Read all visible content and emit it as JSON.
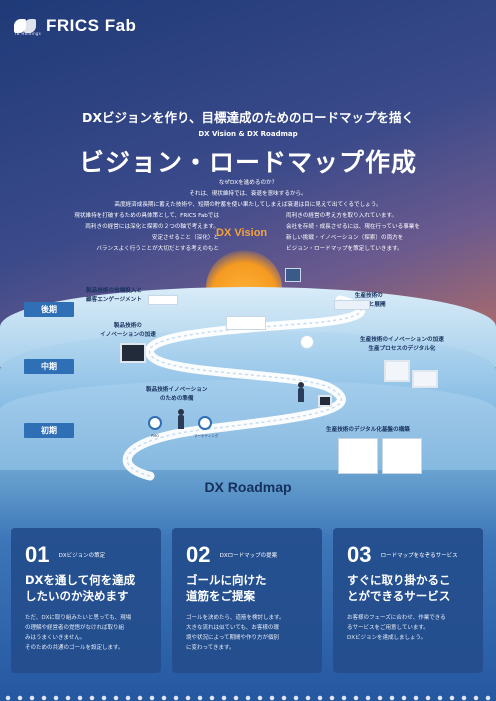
{
  "brand": {
    "name": "FRICS Fab",
    "trademark": "TM",
    "holdings": "TB Holdings"
  },
  "header": {
    "headline": "DXビジョンを作り、目標達成のためのロードマップを描く",
    "subhead": "DX Vision & DX Roadmap",
    "title": "ビジョン・ロードマップ作成"
  },
  "intro": {
    "center": [
      "なぜDXを進めるのか？",
      "それは、現状維持では、衰退を意味するから。",
      "高度経済成長期に蓄えた技術や、短期の貯蓄を使い果たしてしまえば衰退は目に見えて出てくるでしょう。"
    ],
    "left": [
      "現状維持を打破するための具体策として、FRICS Fabでは",
      "両利きの経営には深化と探索の２つの軸で考えます。",
      "安定させること（深化）と",
      "バランスよく行うことが大切だとする考えのもと"
    ],
    "right": [
      "両利きの経営の考え方を取り入れています。",
      "会社を存続・成長させるには、現在行っている事業を",
      "新しい挑戦・イノベーション（探索）の両方を",
      "ビジョン・ロードマップを策定していきます。"
    ]
  },
  "vision_label": "DX Vision",
  "roadmap_label": "DX Roadmap",
  "phases": {
    "late": "後期",
    "mid": "中期",
    "early": "初期"
  },
  "annotations": {
    "market": [
      "製品技術の市場投入と",
      "顧客エンゲージメント"
    ],
    "prod_opt": [
      "生産技術の",
      "最適化と展開"
    ],
    "innovation_accel": [
      "製品技術の",
      "イノベーションの加速"
    ],
    "prod_innov": [
      "生産技術のイノベーションの加速",
      "生産プロセスのデジタル化"
    ],
    "innovation_prep": [
      "製品技術イノベーション",
      "のための準備"
    ],
    "digital_base": "生産技術のデジタル化基盤の構築"
  },
  "figure_labels": {
    "left": "PMO",
    "right": "マーケティング"
  },
  "cards": [
    {
      "num": "01",
      "tag": "DXビジョンの策定",
      "heading": [
        "DXを通して何を達成",
        "したいのか決めます"
      ],
      "body": [
        "ただ、DXに取り組みたいと思っても、現場",
        "の理解や経営者の覚悟がなければ取り組",
        "みはうまくいきません。",
        "そのための共通のゴールを設定します。"
      ]
    },
    {
      "num": "02",
      "tag": "DXロードマップの提案",
      "heading": [
        "ゴールに向けた",
        "道筋をご提案"
      ],
      "body": [
        "ゴールを決めたら、道筋を検討します。",
        "大きな流れは似ていても、お客様の環",
        "境や状況によって期間や作り方が個別",
        "に変わってきます。"
      ]
    },
    {
      "num": "03",
      "tag": "ロードマップをなぞるサービス",
      "heading": [
        "すぐに取り掛かるこ",
        "とができるサービス"
      ],
      "body": [
        "お客様のフェーズに合わせ、作業できる",
        "るサービスをご用意しています。",
        "DXビジョンを達成しましょう。"
      ]
    }
  ],
  "colors": {
    "accent_orange": "#f7a13a",
    "phase_blue": "#2f6fb5",
    "card_blue": "#244d8c",
    "navy_text": "#16305e"
  }
}
